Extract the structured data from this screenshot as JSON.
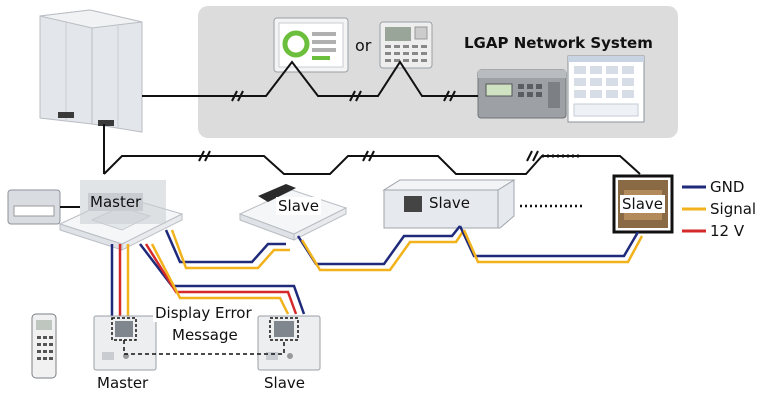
{
  "network": {
    "title": "LGAP Network System",
    "or_text": "or"
  },
  "units": {
    "master": "Master",
    "slave_1": "Slave",
    "slave_2": "Slave",
    "slave_3": "Slave"
  },
  "legend": {
    "gnd": "GND",
    "signal": "Signal",
    "v12": "12 V"
  },
  "controllers": {
    "error_line1": "Display Error",
    "error_line2": "Message",
    "master": "Master",
    "slave": "Slave"
  },
  "colors": {
    "gnd": "#1f2a7a",
    "signal": "#f2b21b",
    "v12": "#d62a2a",
    "panel": "#dcdcdc"
  }
}
